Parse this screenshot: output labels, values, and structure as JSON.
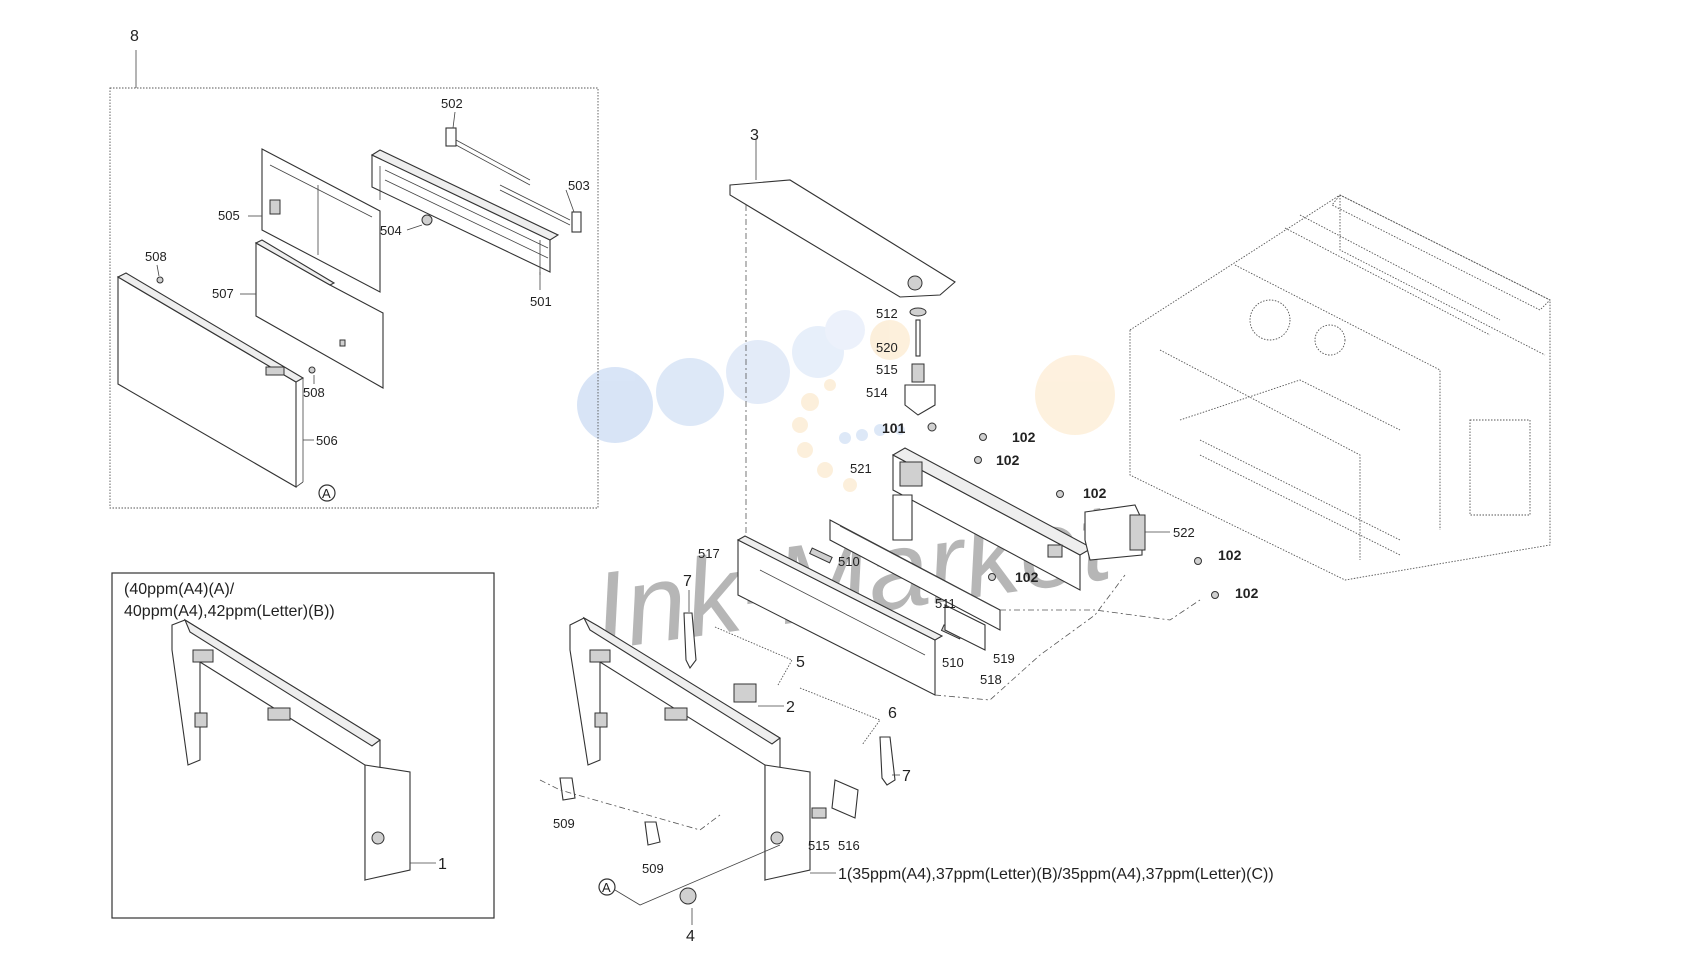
{
  "diagram": {
    "group_label": "8",
    "inset_note_line1": "(40ppm(A4)(A)/",
    "inset_note_line2": "40ppm(A4),42ppm(Letter)(B))",
    "variant_label": "1(35ppm(A4),37ppm(Letter)(B)/35ppm(A4),37ppm(Letter)(C))",
    "watermark_text": "Ink-Market",
    "ref_marker": "A",
    "labels": {
      "p1_inset": "1",
      "p2": "2",
      "p3": "3",
      "p4": "4",
      "p5": "5",
      "p6": "6",
      "p7a": "7",
      "p7b": "7",
      "p501": "501",
      "p502": "502",
      "p503": "503",
      "p504": "504",
      "p505": "505",
      "p506": "506",
      "p507": "507",
      "p508a": "508",
      "p508b": "508",
      "p509a": "509",
      "p509b": "509",
      "p510a": "510",
      "p510b": "510",
      "p511": "511",
      "p512": "512",
      "p514": "514",
      "p515a": "515",
      "p515b": "515",
      "p516": "516",
      "p517": "517",
      "p518": "518",
      "p519": "519",
      "p520": "520",
      "p521": "521",
      "p522": "522",
      "p101": "101",
      "p102a": "102",
      "p102b": "102",
      "p102c": "102",
      "p102d": "102",
      "p102e": "102",
      "p102f": "102"
    }
  }
}
